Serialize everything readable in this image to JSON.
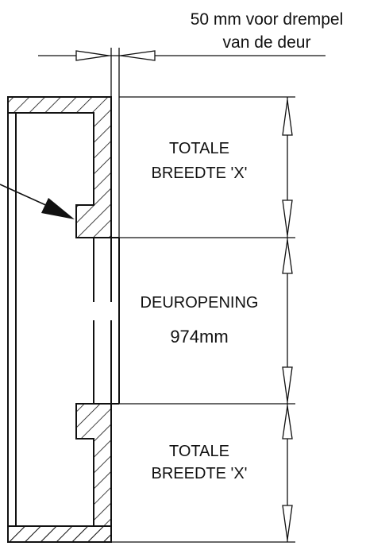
{
  "note": {
    "line1": "50 mm voor drempel",
    "line2": "van de deur"
  },
  "dimensions": {
    "top": {
      "line1": "TOTALE",
      "line2": "BREEDTE 'X'"
    },
    "middle": {
      "label": "DEUROPENING",
      "value": "974mm"
    },
    "bottom": {
      "line1": "TOTALE",
      "line2": "BREEDTE 'X'"
    }
  },
  "colors": {
    "ink": "#111111",
    "arrow_fill": "#111111",
    "background": "#ffffff"
  }
}
